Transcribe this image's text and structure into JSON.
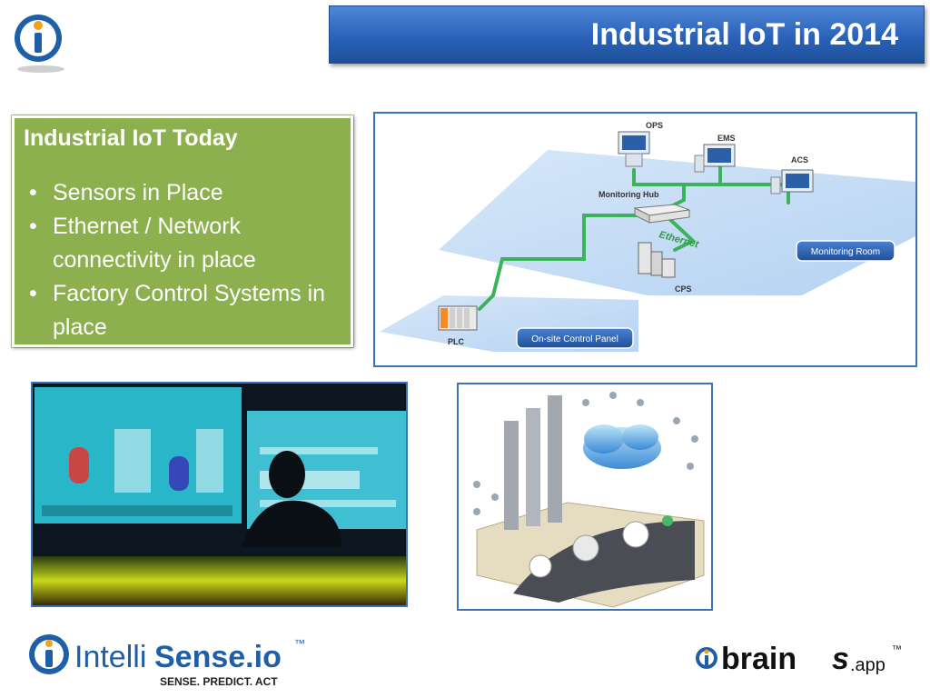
{
  "slide": {
    "title": "Industrial IoT in 2014"
  },
  "content_box": {
    "heading": "Industrial IoT Today",
    "bullets": [
      "Sensors in Place",
      "Ethernet / Network connectivity in place",
      "Factory Control Systems in place"
    ]
  },
  "diagram": {
    "nodes": {
      "ops": "OPS",
      "ems": "EMS",
      "acs": "ACS",
      "hub": "Monitoring Hub",
      "cps": "CPS",
      "plc": "PLC"
    },
    "link_label": "Ethernet",
    "zones": {
      "monitoring_room": "Monitoring Room",
      "control_panel": "On-site Control Panel"
    }
  },
  "footer": {
    "brand_name_part1": "Intelli",
    "brand_name_part2": "Sense.io",
    "brand_trademark": "™",
    "brand_tagline": "SENSE. PREDICT. ACT",
    "app_name": "brain",
    "app_name_tail": "s",
    "app_suffix": ".app",
    "app_trademark": "™"
  },
  "colors": {
    "title_bar": "#2a62b8",
    "content_box": "#8db04f",
    "frame": "#3d72b8",
    "brand_blue": "#1f5fa8",
    "network_green": "#3bb35a"
  }
}
